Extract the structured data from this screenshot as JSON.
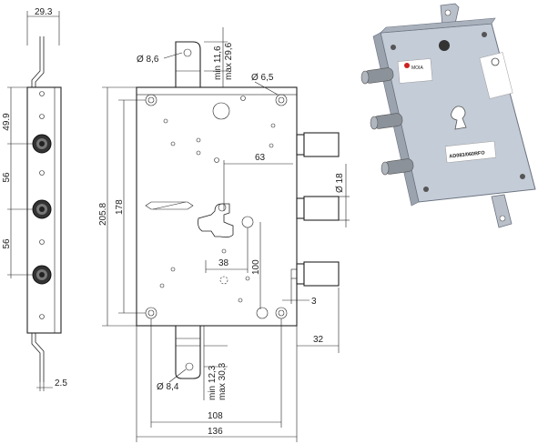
{
  "dimensions": {
    "side_width": "29.3",
    "pitch_top": "49.9",
    "pitch_1": "56",
    "pitch_2": "56",
    "tab_thickness": "2.5",
    "hole_top_label": "Ø 8,6",
    "hole_corner_label": "Ø 6,5",
    "top_range_min": "min 11,6",
    "top_range_max": "max 29,6",
    "backset": "63",
    "bolt_diameter": "Ø 18",
    "height_overall": "205.8",
    "height_holes": "178",
    "key_offset": "38",
    "key_height": "100",
    "latch_gap": "3",
    "bolt_projection": "32",
    "hole_bottom_label": "Ø 8,4",
    "bottom_range_min": "min 12,3",
    "bottom_range_max": "max 30,3",
    "width_holes": "108",
    "width_overall": "136"
  },
  "product_photo": {
    "brand": "MOIA",
    "model_label": "AD083/060RFO"
  },
  "colors": {
    "line": "#222222",
    "plate": "#c4ccd8",
    "bolt": "#9aa0a8",
    "bracket": "#b9c0ca"
  }
}
